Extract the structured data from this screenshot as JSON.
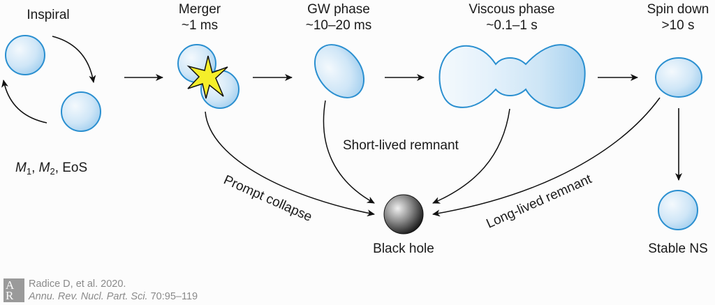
{
  "stages": {
    "inspiral": {
      "title": "Inspiral",
      "params": "M₁, M₂, EoS"
    },
    "merger": {
      "title": "Merger",
      "time": "~1 ms"
    },
    "gw_phase": {
      "title": "GW phase",
      "time": "~10–20 ms"
    },
    "viscous_phase": {
      "title": "Viscous phase",
      "time": "~0.1–1 s"
    },
    "spin_down": {
      "title": "Spin down",
      "time": ">10 s"
    }
  },
  "outcomes": {
    "black_hole": "Black hole",
    "stable_ns": "Stable NS"
  },
  "paths": {
    "prompt_collapse": "Prompt collapse",
    "short_lived": "Short-lived remnant",
    "long_lived": "Long-lived remnant"
  },
  "citation": {
    "logo_letters": [
      "A",
      "R"
    ],
    "line1": "Radice D, et al. 2020.",
    "journal": "Annu. Rev. Nucl. Part. Sci.",
    "pages": " 70:95–119"
  },
  "colors": {
    "ns_stroke": "#2a8fd0",
    "ns_fill_light": "#f2f8fd",
    "ns_fill_dark": "#a8d4f0",
    "star_fill": "#f5ee2a",
    "arrow": "#111111"
  }
}
